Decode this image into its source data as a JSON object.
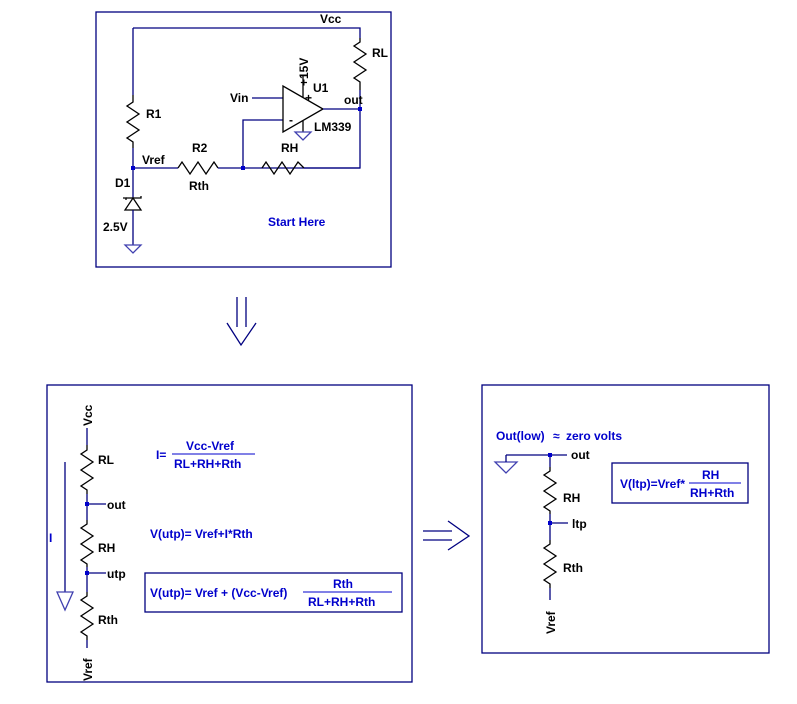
{
  "top_schematic": {
    "vcc": "Vcc",
    "rl": "RL",
    "plus15v": "+15V",
    "u1": "U1",
    "vin": "Vin",
    "plus_sign": "+",
    "minus_sign": "-",
    "out": "out",
    "lm339": "LM339",
    "r1": "R1",
    "vref": "Vref",
    "r2": "R2",
    "rth": "Rth",
    "rh": "RH",
    "d1": "D1",
    "v25": "2.5V",
    "start_here": "Start Here"
  },
  "left_panel": {
    "vcc": "Vcc",
    "rl": "RL",
    "out": "out",
    "rh": "RH",
    "utp": "utp",
    "rth": "Rth",
    "vref": "Vref",
    "current_label": "I",
    "eq_i_lhs": "I=",
    "eq_i_num": "Vcc-Vref",
    "eq_i_den": "RL+RH+Rth",
    "eq_vutp": "V(utp)= Vref+I*Rth",
    "eq_final_lhs": "V(utp)= Vref + (Vcc-Vref)",
    "eq_final_num": "Rth",
    "eq_final_den": "RL+RH+Rth"
  },
  "right_panel": {
    "out_low": "Out(low)",
    "approx": "≈",
    "zero_volts": "zero volts",
    "out": "out",
    "rh": "RH",
    "ltp": "ltp",
    "rth": "Rth",
    "vref": "Vref",
    "eq_lhs": "V(ltp)=Vref*",
    "eq_num": "RH",
    "eq_den": "RH+Rth"
  }
}
